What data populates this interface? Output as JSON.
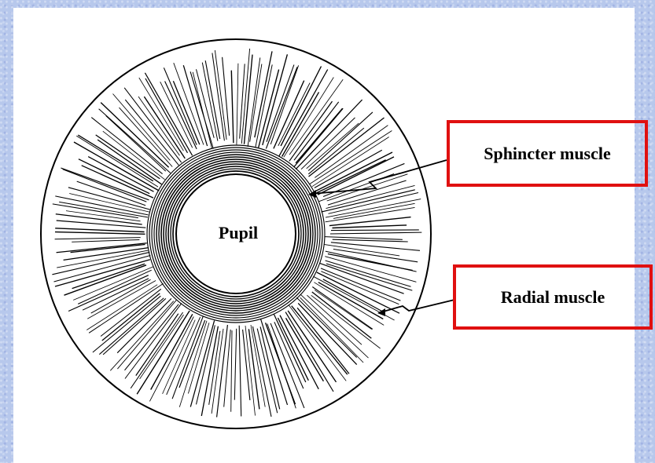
{
  "labels": {
    "pupil": "Pupil",
    "sphincter": "Sphincter muscle",
    "radial": "Radial muscle"
  },
  "colors": {
    "callout_border": "#e01010",
    "background": "#b7c8ec",
    "line": "#000000"
  }
}
